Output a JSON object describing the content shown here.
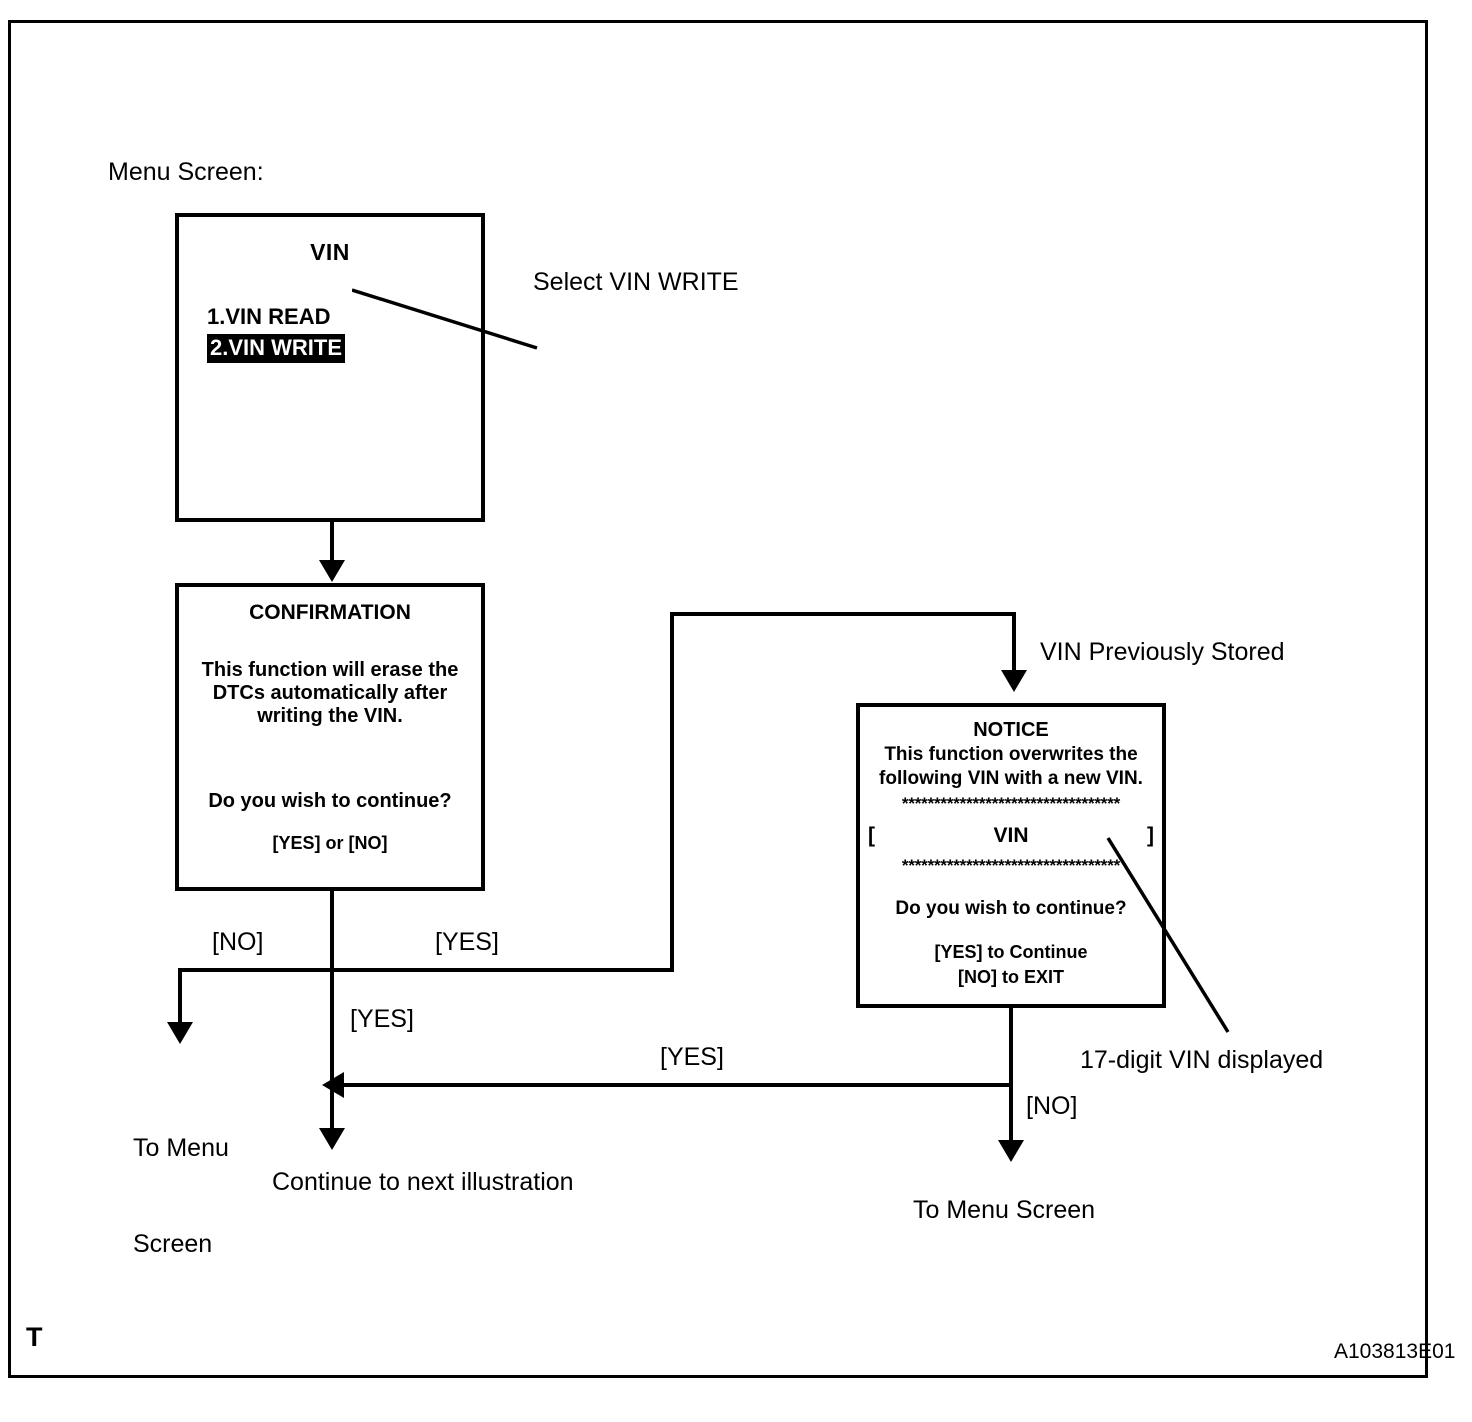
{
  "figure": {
    "caption": "Menu Screen:",
    "corner_marker": "T",
    "figure_code": "A103813E01"
  },
  "screens": {
    "vin_menu": {
      "title": "VIN",
      "items": [
        {
          "label": "1.VIN READ",
          "selected": false
        },
        {
          "label": "2.VIN WRITE",
          "selected": true
        }
      ]
    },
    "confirmation": {
      "title": "CONFIRMATION",
      "body_lines": [
        "This function will erase the",
        "DTCs automatically after",
        "writing the VIN."
      ],
      "question": "Do you wish to continue?",
      "options": "[YES] or [NO]"
    },
    "notice": {
      "title": "NOTICE",
      "body_lines": [
        "This function overwrites the",
        "following VIN with a new VIN."
      ],
      "separator": "**********************************",
      "vin_field": {
        "left_bracket": "[",
        "value": "VIN",
        "right_bracket": "]"
      },
      "question": "Do you wish to continue?",
      "options": [
        "[YES] to Continue",
        "[NO] to EXIT"
      ]
    }
  },
  "callouts": {
    "select_vin_write": "Select VIN WRITE",
    "vin_previously_stored": "VIN Previously Stored",
    "seventeen_digit_vin": "17-digit VIN displayed"
  },
  "flow_labels": {
    "no_left": "[NO]",
    "yes_right": "[YES]",
    "yes_down": "[YES]",
    "yes_return": "[YES]",
    "no_notice": "[NO]"
  },
  "terminals": {
    "to_menu_screen_line1": "To Menu",
    "to_menu_screen_line2": "Screen",
    "continue_next": "Continue to next illustration",
    "to_menu_screen_right": "To Menu Screen"
  },
  "colors": {
    "ink": "#000000",
    "paper": "#ffffff"
  }
}
